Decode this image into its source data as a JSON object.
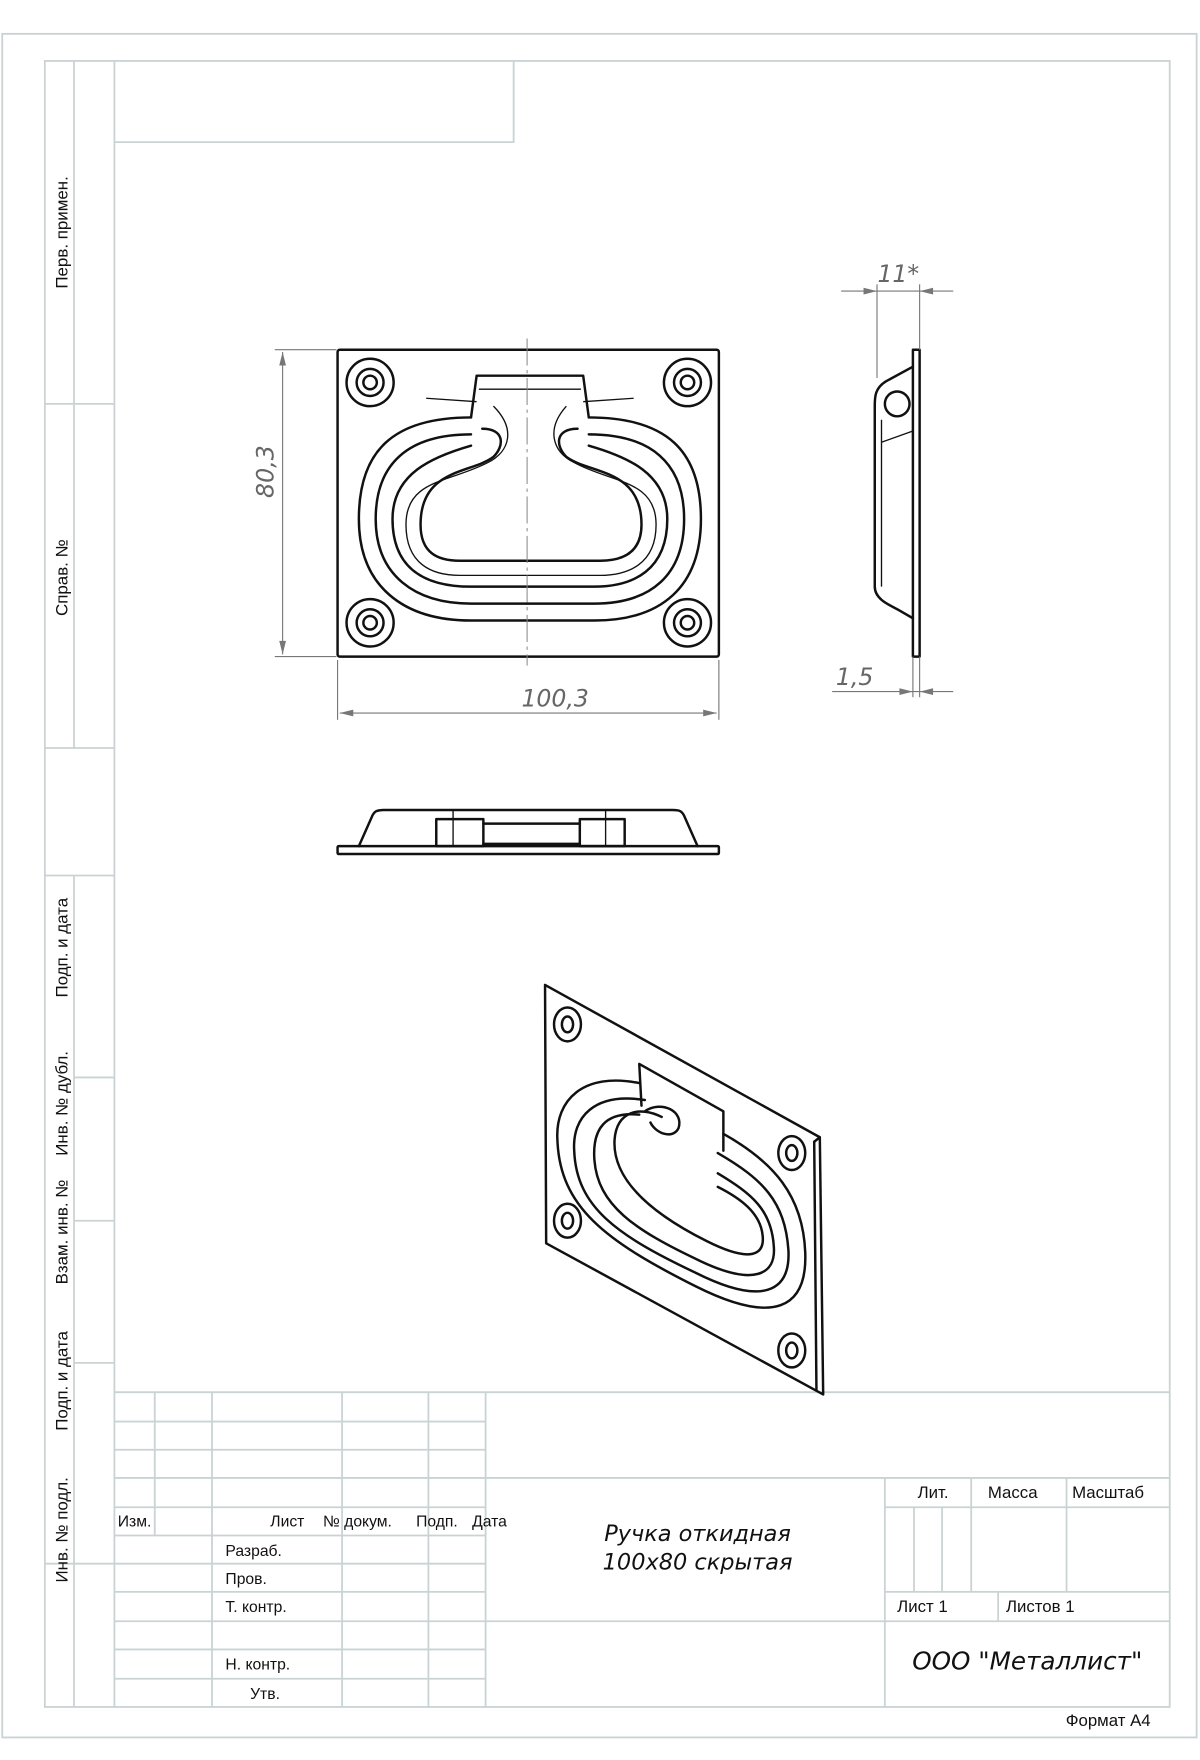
{
  "side_strip": {
    "perv_primen": "Перв. примен.",
    "sprav_no": "Справ. №",
    "podp_data_1": "Подп. и дата",
    "inv_dubl": "Инв. № дубл.",
    "vzam_inv": "Взам. инв. №",
    "podp_data_2": "Подп. и дата",
    "inv_podl": "Инв. № подл."
  },
  "dimensions": {
    "height": "80,3",
    "width": "100,3",
    "depth": "11*",
    "thickness": "1,5"
  },
  "title_block": {
    "izm": "Изм.",
    "list": "Лист",
    "no_dokum": "№ докум.",
    "podp": "Подп.",
    "data": "Дата",
    "razrab": "Разраб.",
    "prov": "Пров.",
    "t_kontr": "Т. контр.",
    "n_kontr": "Н. контр.",
    "utv": "Утв.",
    "title_line1": "Ручка откидная",
    "title_line2": "100x80 скрытая",
    "lit": "Лит.",
    "massa": "Масса",
    "masshtab": "Масштаб",
    "sheet": "Лист 1",
    "sheets": "Листов 1",
    "company": "ООО \"Металлист\""
  },
  "format": "Формат А4"
}
